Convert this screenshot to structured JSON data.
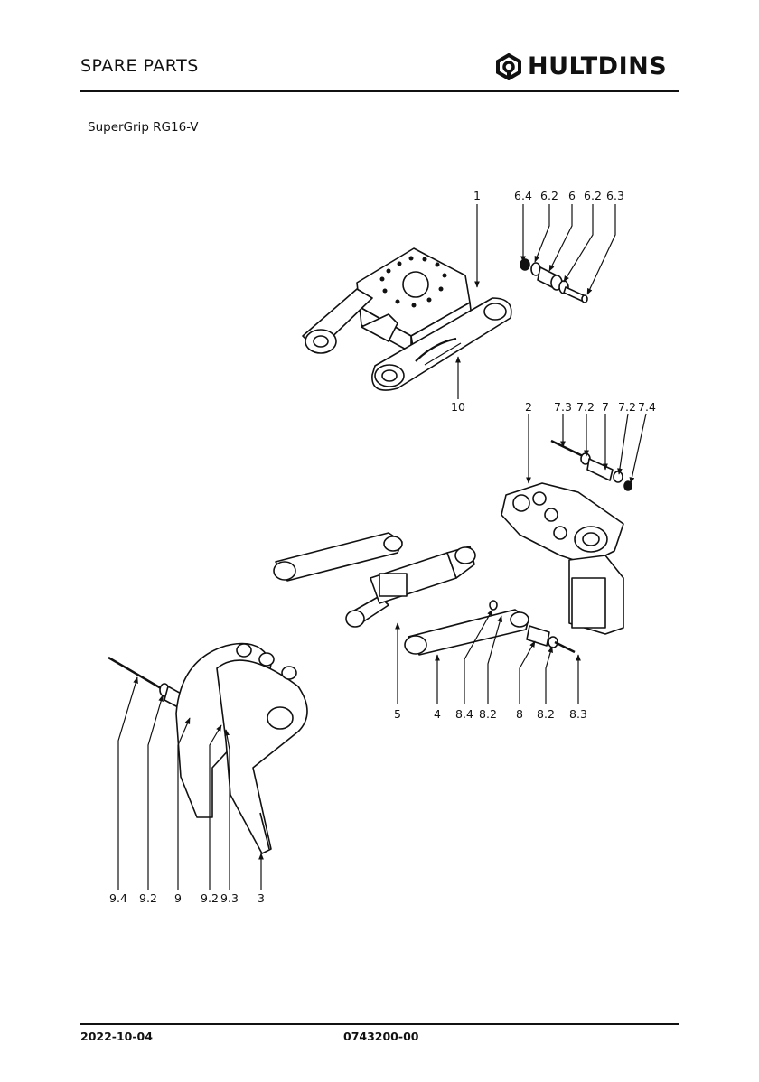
{
  "header": {
    "title": "SPARE PARTS",
    "brand": "HULTDINS"
  },
  "subtitle": "SuperGrip RG16-V",
  "diagram": {
    "labels": {
      "p1": "1",
      "p64": "6.4",
      "p62a": "6.2",
      "p6": "6",
      "p62b": "6.2",
      "p63": "6.3",
      "p10": "10",
      "p2": "2",
      "p73": "7.3",
      "p72a": "7.2",
      "p7": "7",
      "p72b": "7.2",
      "p74": "7.4",
      "p5": "5",
      "p4": "4",
      "p84": "8.4",
      "p82a": "8.2",
      "p8": "8",
      "p82b": "8.2",
      "p83": "8.3",
      "p94": "9.4",
      "p92a": "9.2",
      "p9": "9",
      "p92b": "9.2",
      "p93": "9.3",
      "p3": "3"
    }
  },
  "footer": {
    "date": "2022-10-04",
    "doc_number": "0743200-00"
  }
}
